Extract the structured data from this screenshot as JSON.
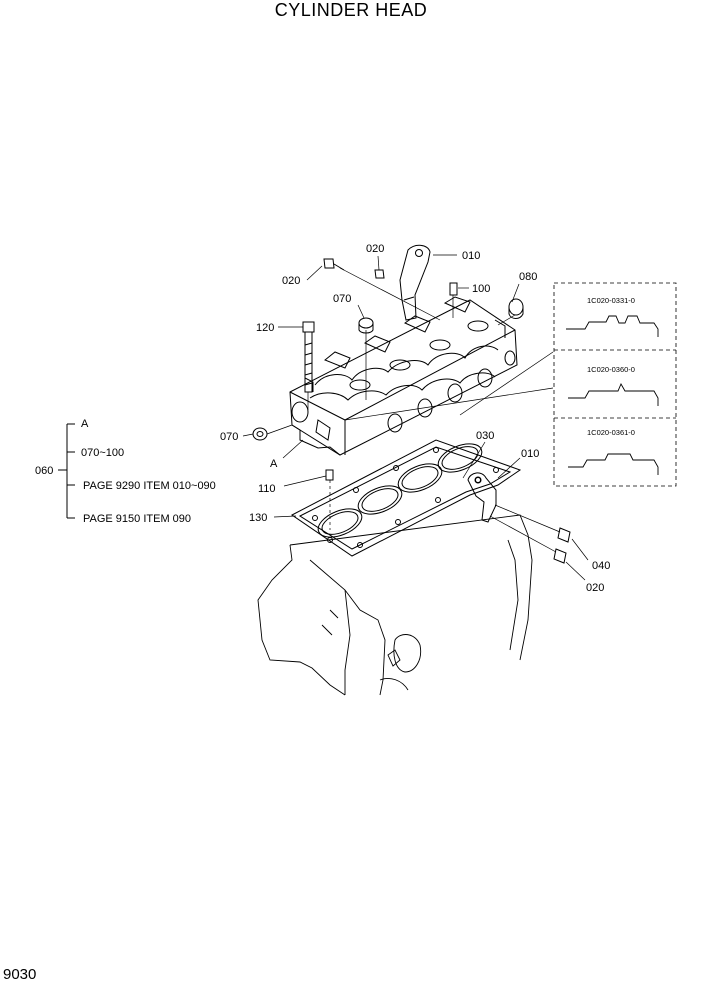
{
  "title": "CYLINDER HEAD",
  "page_number": "9030",
  "callouts": {
    "c020a": "020",
    "c020b": "020",
    "c010a": "010",
    "c100": "100",
    "c080": "080",
    "c070a": "070",
    "c120": "120",
    "c070b": "070",
    "cA": "A",
    "c110": "110",
    "c130": "130",
    "c030": "030",
    "c010b": "010",
    "c040": "040",
    "c020c": "020"
  },
  "legend": {
    "group": "060",
    "items": [
      "A",
      "070~100",
      "PAGE 9290 ITEM 010~090",
      "PAGE 9150 ITEM 090"
    ]
  },
  "insets": [
    "1C020-0331-0",
    "1C020-0360-0",
    "1C020-0361-0"
  ]
}
